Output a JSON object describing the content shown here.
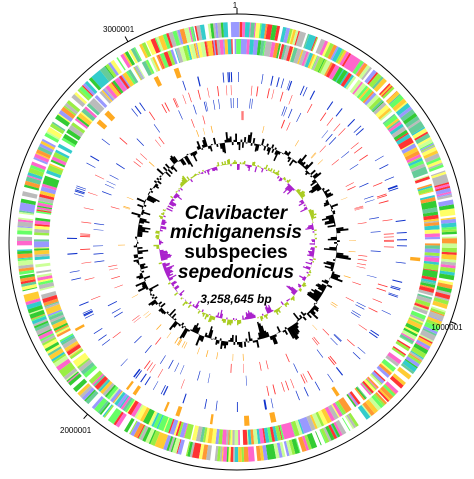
{
  "organism": {
    "genus": "Clavibacter",
    "species": "michiganensis",
    "rank": "subspecies",
    "subspecies": "sepedonicus"
  },
  "genome_size_label": "3,258,645 bp",
  "scale_labels": {
    "top": "1",
    "right": "1000001",
    "bottom_left": "2000001",
    "top_left": "3000001"
  },
  "colors": {
    "cog_palette": [
      "#33cc33",
      "#99ee44",
      "#66ff66",
      "#ccff99",
      "#ffff66",
      "#ff3333",
      "#ff9933",
      "#ff66cc",
      "#9999ff",
      "#33cccc",
      "#66cc99",
      "#bbbbbb",
      "#ffcc33"
    ],
    "rrna": "#ffaa22",
    "pseudogene": "#ff3333",
    "is_element": "#1133cc",
    "gc_content": "#000000",
    "gc_skew_positive": "#aacc22",
    "gc_skew_negative": "#aa22cc",
    "scale_circle": "#000000"
  },
  "tracks": [
    "COG-coloured CDS (forward strand)",
    "COG-coloured CDS (reverse strand)",
    "rRNA / tRNA",
    "pseudogenes",
    "IS elements",
    "GC content",
    "GC skew"
  ]
}
